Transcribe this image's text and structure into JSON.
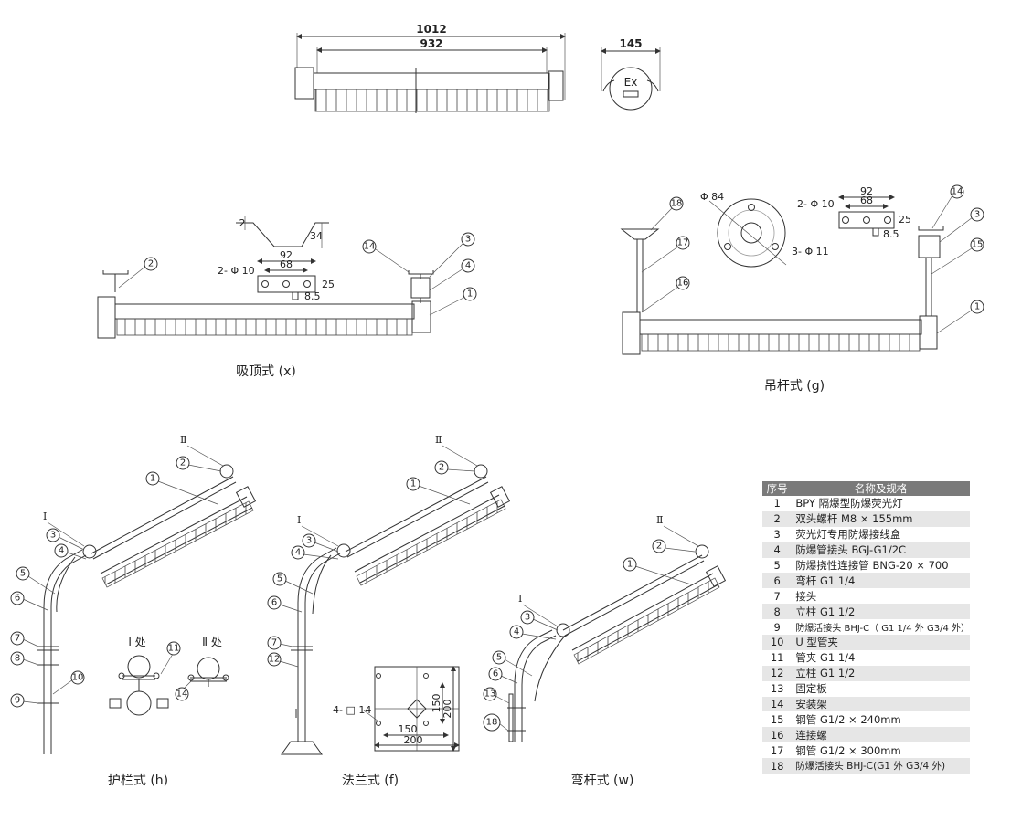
{
  "dimensions": {
    "top_total": "1012",
    "top_inner": "932",
    "end_width": "145",
    "end_mark": "Ex",
    "bracket_2": "2",
    "bracket_34": "34",
    "plate_92": "92",
    "plate_68": "68",
    "plate_holes": "2- Φ 10",
    "plate_25": "25",
    "plate_85": "8.5",
    "flange_d": "Φ 84",
    "flange_holes": "3- Φ 11",
    "base_150": "150",
    "base_200": "200",
    "base_holes": "4- □ 14"
  },
  "captions": {
    "x": "吸顶式 (x)",
    "g": "吊杆式 (g)",
    "h": "护栏式 (h)",
    "f": "法兰式 (f)",
    "w": "弯杆式 (w)",
    "detail_1": "Ⅰ 处",
    "detail_2": "Ⅱ 处",
    "mark_1": "Ⅰ",
    "mark_2": "Ⅱ"
  },
  "parts_table": {
    "headers": [
      "序号",
      "名称及规格"
    ],
    "rows": [
      [
        "1",
        "BPY 隔爆型防爆荧光灯"
      ],
      [
        "2",
        "双头螺杆 M8 × 155mm"
      ],
      [
        "3",
        "荧光灯专用防爆接线盒"
      ],
      [
        "4",
        "防爆管接头 BGJ-G1/2C"
      ],
      [
        "5",
        "防爆挠性连接管 BNG-20 × 700"
      ],
      [
        "6",
        "弯杆 G1 1/4"
      ],
      [
        "7",
        "接头"
      ],
      [
        "8",
        "立柱 G1 1/2"
      ],
      [
        "9",
        "防爆活接头 BHJ-C（ G1 1/4 外 G3/4 外）"
      ],
      [
        "10",
        "U 型管夹"
      ],
      [
        "11",
        "管夹 G1 1/4"
      ],
      [
        "12",
        "立柱 G1 1/2"
      ],
      [
        "13",
        "固定板"
      ],
      [
        "14",
        "安装架"
      ],
      [
        "15",
        "钢管 G1/2 × 240mm"
      ],
      [
        "16",
        "连接螺"
      ],
      [
        "17",
        "钢管 G1/2 × 300mm"
      ],
      [
        "18",
        "防爆活接头 BHJ-C(G1 外 G3/4 外)"
      ]
    ]
  }
}
